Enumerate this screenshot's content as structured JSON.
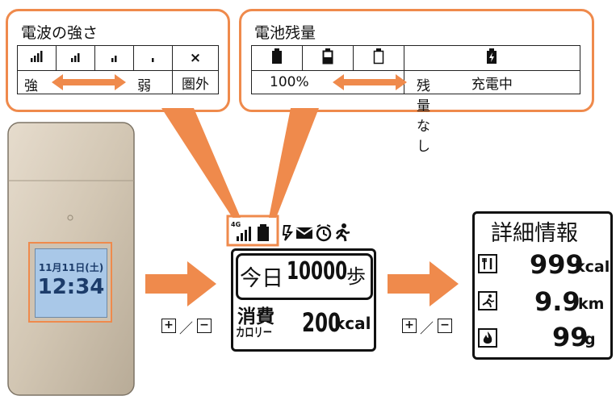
{
  "signal_panel": {
    "title": "電波の強さ",
    "icons": [
      "signal-4-bars",
      "signal-3-bars",
      "signal-2-bars",
      "signal-1-bar",
      "no-signal"
    ],
    "cross": "×",
    "strong": "強",
    "weak": "弱",
    "out_of_range": "圏外"
  },
  "battery_panel": {
    "title": "電池残量",
    "icons": [
      "battery-full",
      "battery-half",
      "battery-empty",
      "battery-charging"
    ],
    "full": "100%",
    "empty": "残量なし",
    "charging": "充電中"
  },
  "phone": {
    "date": "11月11日(土)",
    "time": "12:34"
  },
  "pedometer": {
    "status_icons": [
      "4g-signal",
      "battery",
      "pedometer-mode",
      "mail",
      "alarm",
      "walking"
    ],
    "net_label": "4G",
    "today_label": "今日",
    "steps_value": "10000",
    "steps_unit": "歩",
    "consumed_label_1": "消費",
    "consumed_label_2": "カロリー",
    "kcal_value": "200",
    "kcal_unit": "kcal"
  },
  "details": {
    "title": "詳細情報",
    "rows": [
      {
        "icon": "fork-knife-icon",
        "value": "999",
        "unit": "kcal"
      },
      {
        "icon": "running-icon",
        "value": "9.9",
        "unit": "km"
      },
      {
        "icon": "fire-icon",
        "value": "99",
        "unit": "g"
      }
    ]
  },
  "nav": {
    "plus": "+",
    "slash": "／",
    "minus": "−"
  },
  "colors": {
    "accent": "#ef8a4c",
    "lcd_blue": "#9fc2e6"
  }
}
